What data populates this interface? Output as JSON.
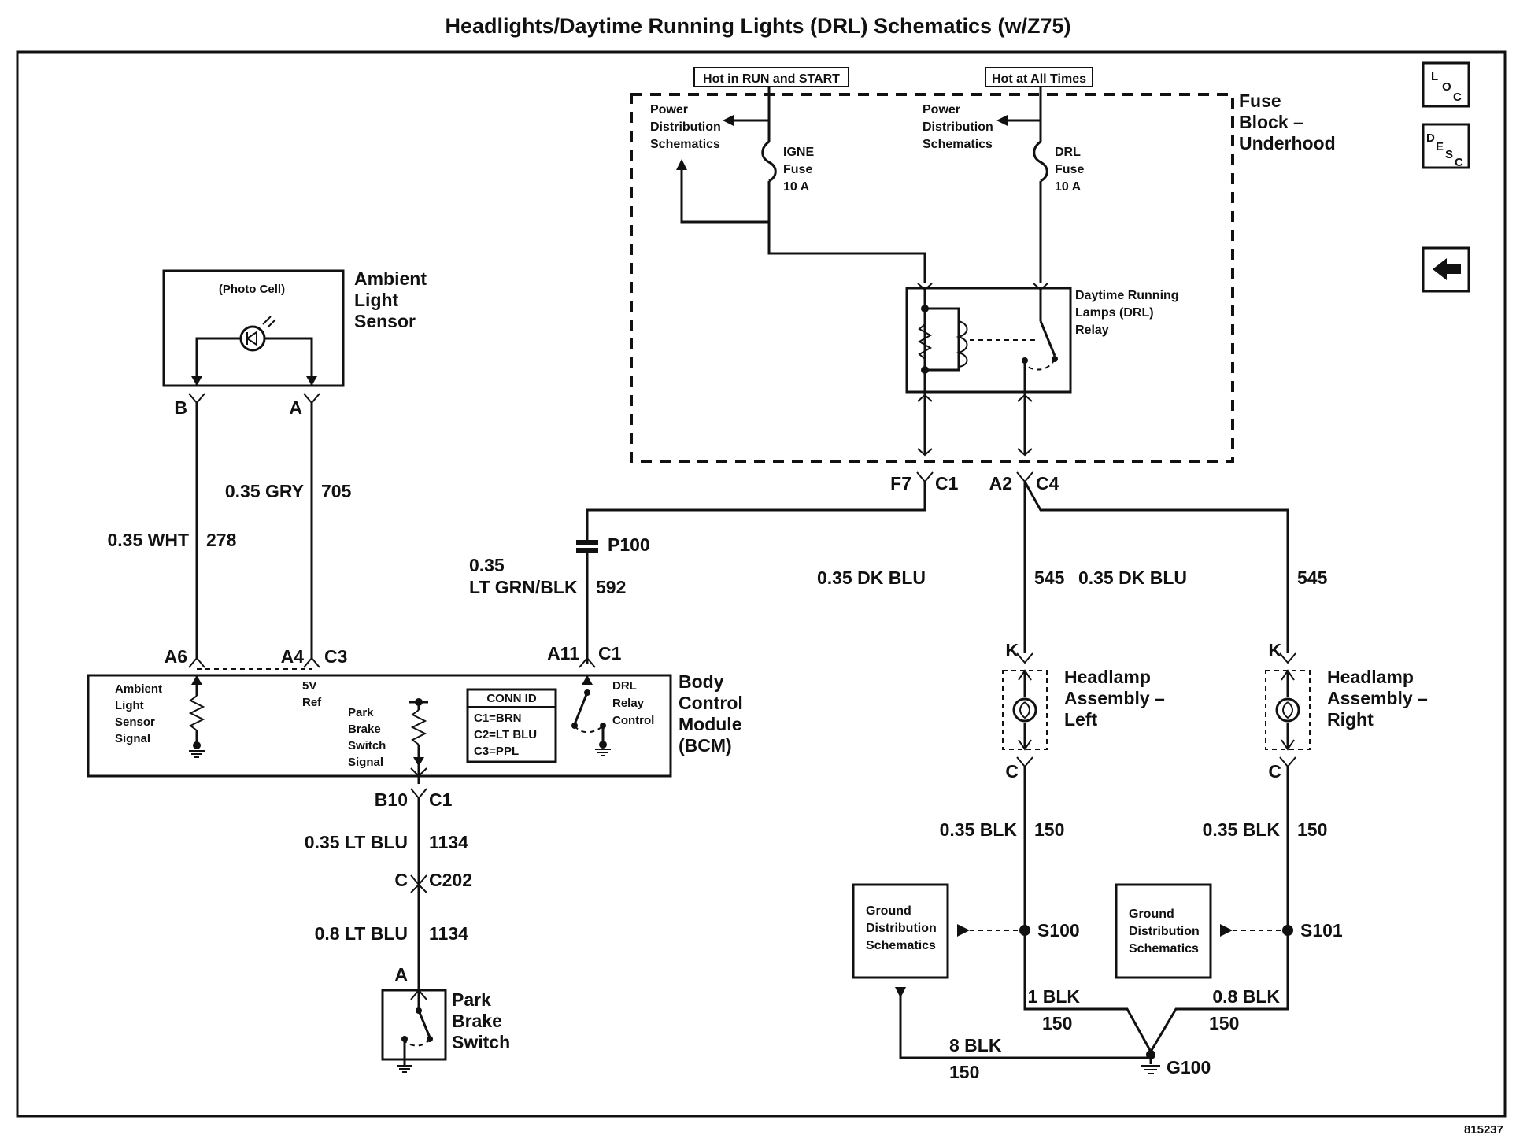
{
  "title": "Headlights/Daytime Running Lights (DRL) Schematics (w/Z75)",
  "figure_id": "815237",
  "nav": {
    "loc": [
      "L",
      "O",
      "C"
    ],
    "desc": [
      "D",
      "E",
      "S",
      "C"
    ],
    "back_icon": "left-arrow-icon"
  },
  "fuse_block": {
    "name": [
      "Fuse",
      "Block –",
      "Underhood"
    ],
    "hot_run_start": "Hot in RUN and START",
    "hot_all_times": "Hot at All Times",
    "pds_left": [
      "Power",
      "Distribution",
      "Schematics"
    ],
    "pds_right": [
      "Power",
      "Distribution",
      "Schematics"
    ],
    "igne_fuse": [
      "IGNE",
      "Fuse",
      "10 A"
    ],
    "drl_fuse": [
      "DRL",
      "Fuse",
      "10 A"
    ],
    "relay": [
      "Daytime Running",
      "Lamps (DRL)",
      "Relay"
    ]
  },
  "sensor": {
    "name": [
      "Ambient",
      "Light",
      "Sensor"
    ],
    "photo_cell": "(Photo Cell)",
    "pin_b": "B",
    "pin_a": "A"
  },
  "wires": {
    "w705": {
      "color": "0.35 GRY",
      "circuit": "705"
    },
    "w278": {
      "color": "0.35 WHT",
      "circuit": "278"
    },
    "w592": {
      "color": [
        "0.35",
        "LT GRN/BLK"
      ],
      "circuit": "592"
    },
    "w545l": {
      "color": "0.35 DK BLU",
      "circuit": "545"
    },
    "w545r": {
      "color": "0.35 DK BLU",
      "circuit": "545"
    },
    "w1134a": {
      "color": "0.35 LT BLU",
      "circuit": "1134"
    },
    "w1134b": {
      "color": "0.8 LT BLU",
      "circuit": "1134"
    },
    "w150l": {
      "color": "0.35 BLK",
      "circuit": "150"
    },
    "w150r": {
      "color": "0.35 BLK",
      "circuit": "150"
    },
    "w150g1": {
      "color": "1 BLK",
      "circuit": "150"
    },
    "w150g2": {
      "color": "0.8 BLK",
      "circuit": "150"
    },
    "w150g3": {
      "color": "8 BLK",
      "circuit": "150"
    }
  },
  "connectors": {
    "f7": "F7",
    "c1a": "C1",
    "a2": "A2",
    "c4": "C4",
    "p100": "P100",
    "a6": "A6",
    "a4": "A4",
    "c3": "C3",
    "a11": "A11",
    "c1b": "C1",
    "b10": "B10",
    "c1c": "C1",
    "c": "C",
    "c202": "C202",
    "a": "A",
    "k_left": "K",
    "k_right": "K",
    "c_left": "C",
    "c_right": "C",
    "s100": "S100",
    "s101": "S101",
    "g100": "G100"
  },
  "bcm": {
    "name": [
      "Body",
      "Control",
      "Module",
      "(BCM)"
    ],
    "ambient_signal": [
      "Ambient",
      "Light",
      "Sensor",
      "Signal"
    ],
    "ref5v": [
      "5V",
      "Ref"
    ],
    "park_signal": [
      "Park",
      "Brake",
      "Switch",
      "Signal"
    ],
    "drl_control": [
      "DRL",
      "Relay",
      "Control"
    ],
    "conn_id": [
      "CONN ID",
      "C1=BRN",
      "C2=LT BLU",
      "C3=PPL"
    ]
  },
  "park_brake": {
    "name": [
      "Park",
      "Brake",
      "Switch"
    ]
  },
  "headlamp_left": {
    "name": [
      "Headlamp",
      "Assembly –",
      "Left"
    ]
  },
  "headlamp_right": {
    "name": [
      "Headlamp",
      "Assembly –",
      "Right"
    ]
  },
  "ground_left": [
    "Ground",
    "Distribution",
    "Schematics"
  ],
  "ground_right": [
    "Ground",
    "Distribution",
    "Schematics"
  ]
}
